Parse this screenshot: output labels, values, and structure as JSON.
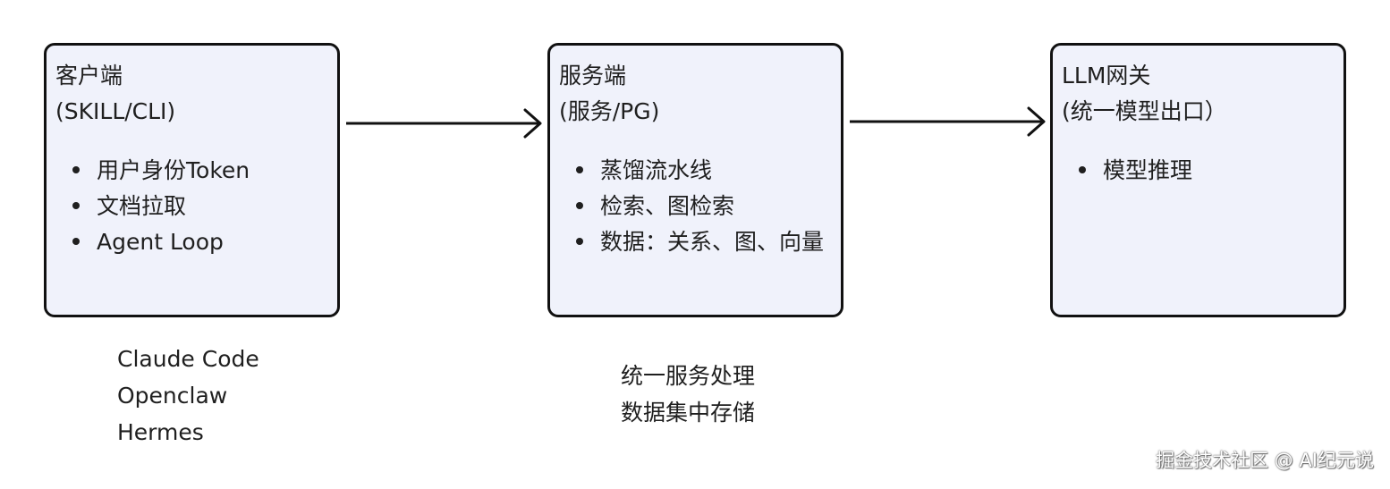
{
  "nodes": [
    {
      "title_line1": "客户端",
      "title_line2": "(SKILL/CLI)",
      "items": [
        "用户身份Token",
        "文档拉取",
        "Agent Loop"
      ]
    },
    {
      "title_line1": "服务端",
      "title_line2": "(服务/PG)",
      "items": [
        "蒸馏流水线",
        "检索、图检索",
        "数据：关系、图、向量"
      ]
    },
    {
      "title_line1": "LLM网关",
      "title_line2": "(统一模型出口）",
      "items": [
        "模型推理"
      ]
    }
  ],
  "captions": {
    "client": [
      "Claude Code",
      "Openclaw",
      "Hermes"
    ],
    "server": [
      "统一服务处理",
      "数据集中存储"
    ]
  },
  "watermark": "掘金技术社区 @ AI纪元说",
  "colors": {
    "node_fill": "#f0f2fb",
    "node_border": "#111111",
    "text": "#1f1f1f"
  }
}
